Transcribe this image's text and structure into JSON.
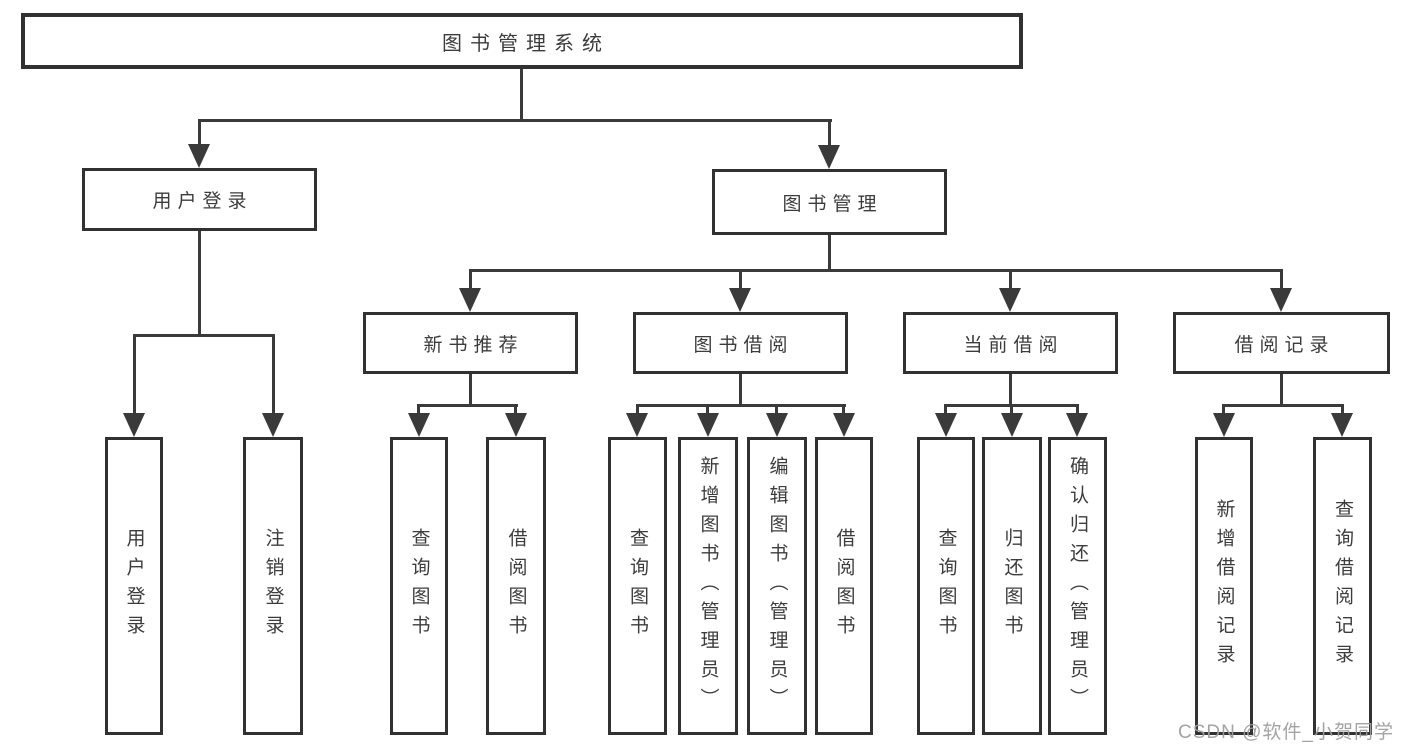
{
  "diagram": {
    "type": "hierarchy-tree",
    "root": {
      "label": "图书管理系统"
    },
    "branches": [
      {
        "label": "用户登录",
        "children": [
          {
            "label": "用户登录"
          },
          {
            "label": "注销登录"
          }
        ]
      },
      {
        "label": "图书管理",
        "children": [
          {
            "label": "新书推荐",
            "children": [
              {
                "label": "查询图书"
              },
              {
                "label": "借阅图书"
              }
            ]
          },
          {
            "label": "图书借阅",
            "children": [
              {
                "label": "查询图书"
              },
              {
                "label": "新增图书（管理员）"
              },
              {
                "label": "编辑图书（管理员）"
              },
              {
                "label": "借阅图书"
              }
            ]
          },
          {
            "label": "当前借阅",
            "children": [
              {
                "label": "查询图书"
              },
              {
                "label": "归还图书"
              },
              {
                "label": "确认归还（管理员）"
              }
            ]
          },
          {
            "label": "借阅记录",
            "children": [
              {
                "label": "新增借阅记录"
              },
              {
                "label": "查询借阅记录"
              }
            ]
          }
        ]
      }
    ]
  },
  "watermark": "CSDN @软件_小贺同学",
  "colors": {
    "line": "#3a3a3a",
    "box_border": "#313131",
    "text": "#3c3c3c",
    "background": "#ffffff",
    "watermark": "#9e9e9e"
  }
}
